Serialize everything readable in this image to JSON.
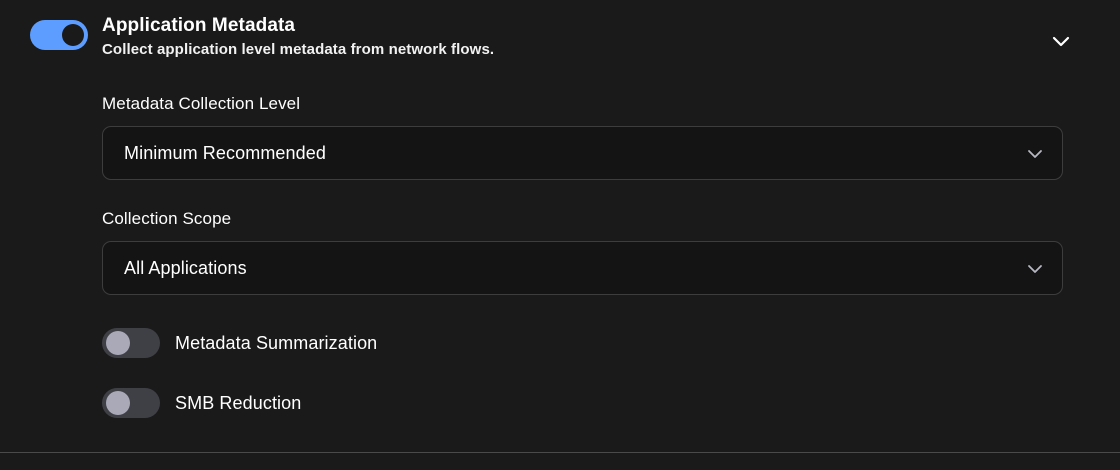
{
  "panel": {
    "header": {
      "toggle": {
        "name": "application-metadata-toggle",
        "state": "on",
        "accent_color": "#5c9dff",
        "knob_color": "#1a1a1a"
      },
      "title": "Application Metadata",
      "subtitle": "Collect application level metadata from network flows.",
      "collapse_icon": "chevron-down-icon"
    },
    "fields": [
      {
        "label": "Metadata Collection Level",
        "value": "Minimum Recommended",
        "arrow_icon": "chevron-down-icon"
      },
      {
        "label": "Collection Scope",
        "value": "All Applications",
        "arrow_icon": "chevron-down-icon"
      }
    ],
    "toggles": [
      {
        "label": "Metadata Summarization",
        "state": "off",
        "track_color": "#3f3f46",
        "knob_color": "#a9a9b8"
      },
      {
        "label": "SMB Reduction",
        "state": "off",
        "track_color": "#3f3f46",
        "knob_color": "#a9a9b8"
      }
    ],
    "colors": {
      "background": "#1a1a1a",
      "field_background": "#141414",
      "field_border": "#3d3d3d",
      "divider": "#4a4a4a",
      "text": "#ffffff"
    }
  }
}
